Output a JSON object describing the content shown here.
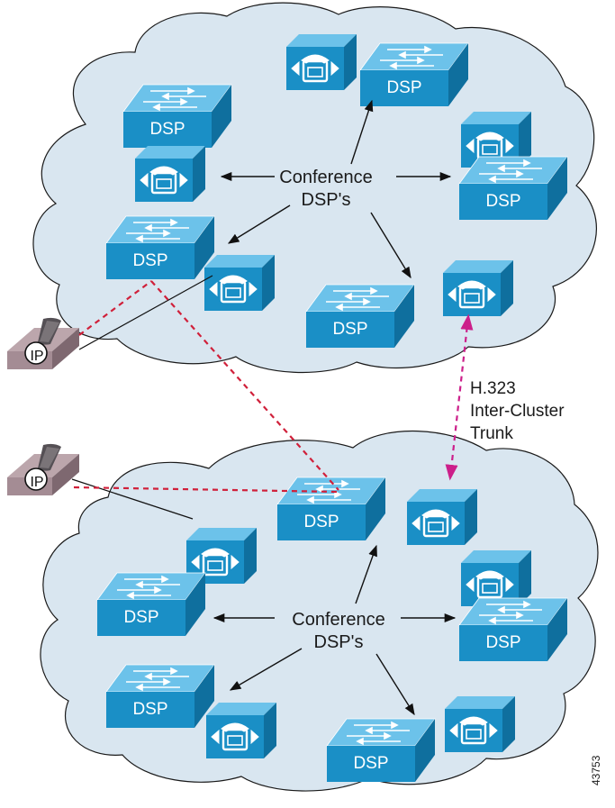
{
  "clusters": [
    {
      "conference_label_line1": "Conference",
      "conference_label_line2": "DSP's",
      "dsp_label": "DSP"
    },
    {
      "conference_label_line1": "Conference",
      "conference_label_line2": "DSP's",
      "dsp_label": "DSP"
    }
  ],
  "phone_label": "IP",
  "trunk": {
    "line1": "H.323",
    "line2": "Inter-Cluster",
    "line3": "Trunk"
  },
  "figure_number": "43753",
  "colors": {
    "cloud": "#d9e6f0",
    "device_front": "#1a8fc6",
    "device_top": "#6cc2ea",
    "device_side": "#0f6f9e",
    "phone_body": "#a48c94",
    "dashed_call_path": "#d0203a",
    "dashed_trunk": "#cc1f8a"
  },
  "icons": [
    "dsp-switch-icon",
    "call-manager-icon",
    "ip-phone-icon",
    "cloud-icon",
    "arrow-icon"
  ]
}
